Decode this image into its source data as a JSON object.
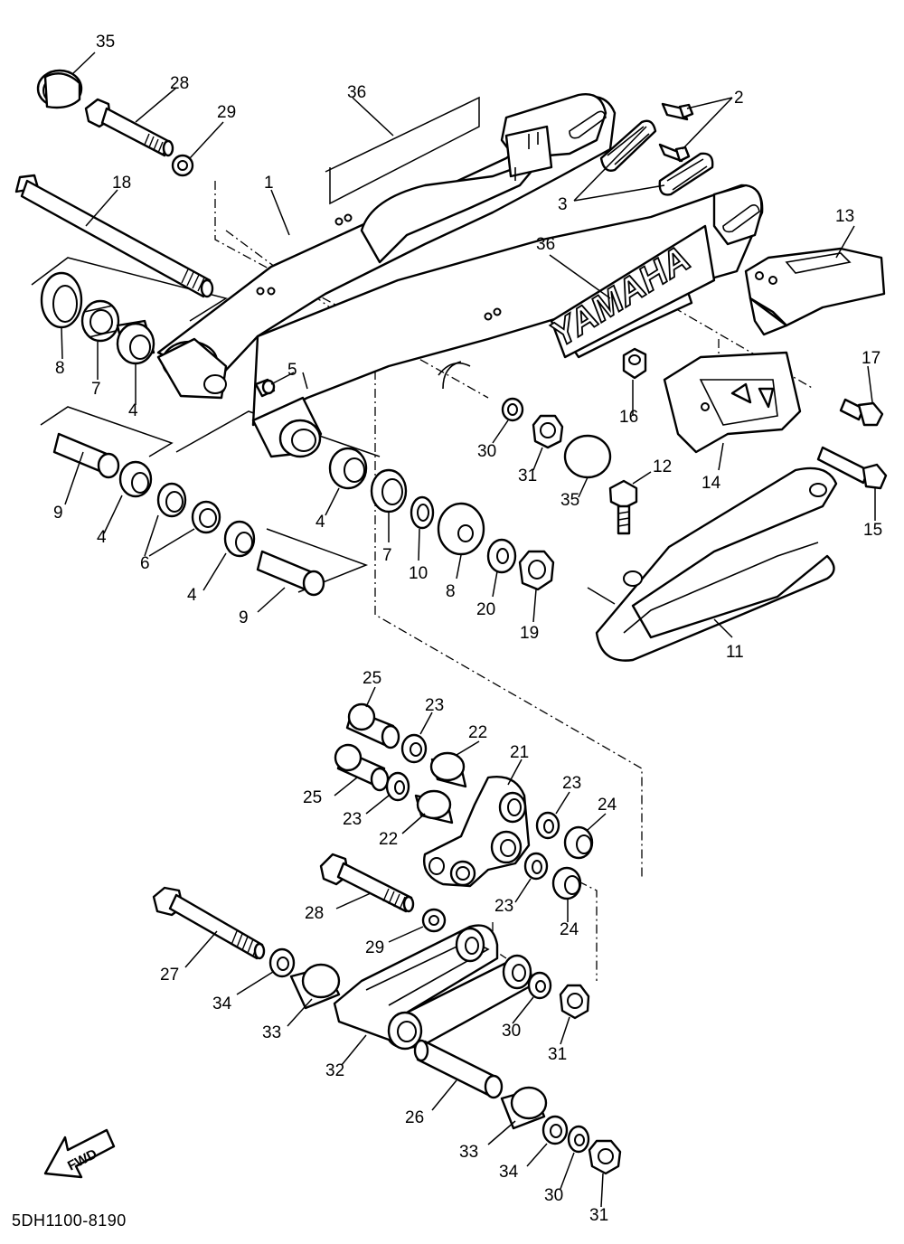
{
  "diagram_code": "5DH1100-8190",
  "brand_mark": "YAMAHA",
  "fwd_label": "FWD",
  "callouts": [
    "35",
    "28",
    "29",
    "36",
    "2",
    "18",
    "1",
    "3",
    "36",
    "13",
    "8",
    "7",
    "4",
    "5",
    "16",
    "17",
    "30",
    "31",
    "35",
    "12",
    "14",
    "15",
    "9",
    "4",
    "6",
    "4",
    "9",
    "4",
    "7",
    "10",
    "8",
    "20",
    "19",
    "11",
    "25",
    "23",
    "22",
    "21",
    "25",
    "23",
    "22",
    "23",
    "24",
    "28",
    "23",
    "24",
    "27",
    "29",
    "34",
    "33",
    "30",
    "31",
    "32",
    "26",
    "33",
    "34",
    "30",
    "31"
  ]
}
